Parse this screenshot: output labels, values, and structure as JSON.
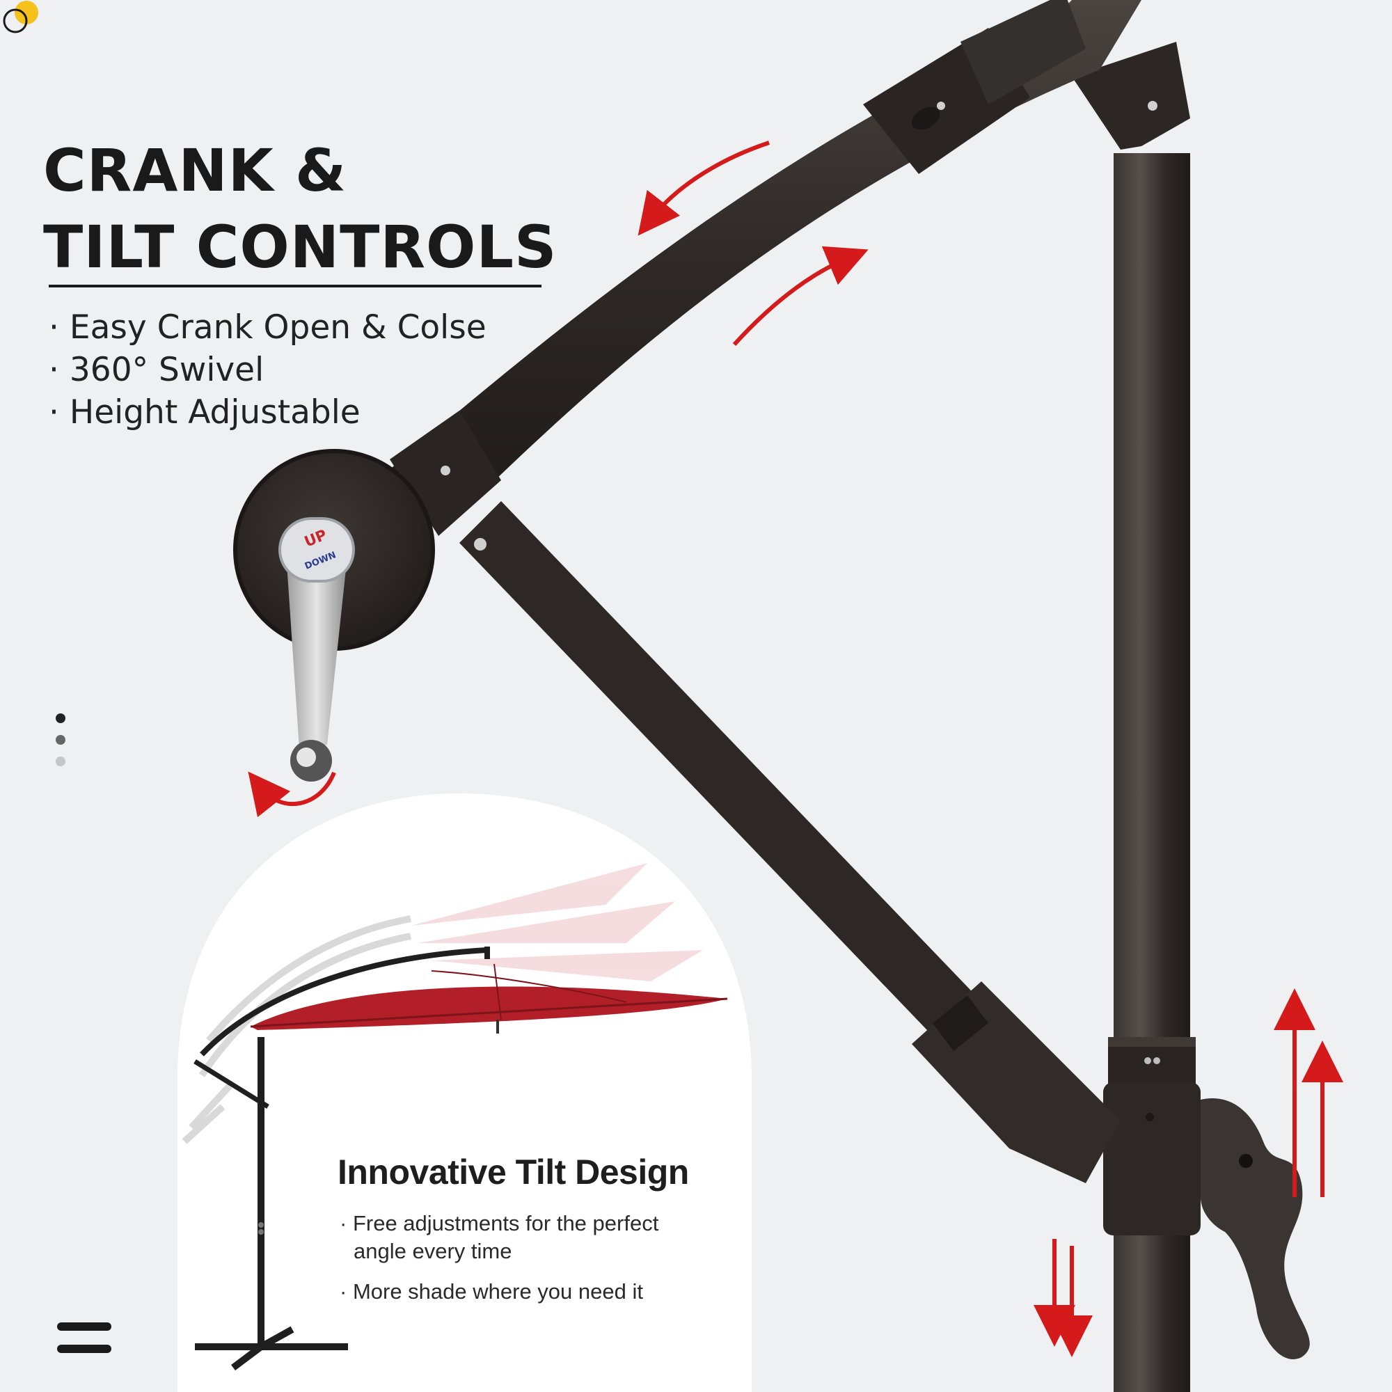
{
  "headline": {
    "line1": "CRANK &",
    "line2": "TILT CONTROLS"
  },
  "features": [
    "Easy Crank Open & Colse",
    "360° Swivel",
    "Height Adjustable"
  ],
  "crank_label": {
    "up": "UP",
    "down": "DOWN"
  },
  "inset": {
    "title": "Innovative Tilt Design",
    "points": [
      "Free adjustments for the perfect angle every time",
      "More shade where you need it"
    ]
  },
  "pager": {
    "total": 3,
    "active_index": 0
  },
  "colors": {
    "background": "#eef0f2",
    "frame": "#2b2624",
    "arrow_red": "#d41a1a",
    "canopy_red": "#b21f28",
    "text": "#1a1a1a"
  },
  "icons": [
    "logo-icon",
    "menu-icon",
    "crank-handle-icon"
  ]
}
